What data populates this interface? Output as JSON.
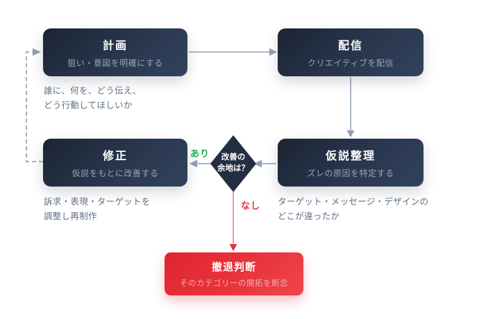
{
  "diagram": {
    "nodes": {
      "plan": {
        "title": "計画",
        "subtitle": "狙い・意図を明確にする",
        "note_line1": "誰に、何を、どう伝え、",
        "note_line2": "どう行動してほしいか"
      },
      "deliver": {
        "title": "配信",
        "subtitle": "クリエイティブを配信"
      },
      "hypothesis": {
        "title": "仮説整理",
        "subtitle": "ズレの原因を特定する",
        "note_line1": "ターゲット・メッセージ・デザインの",
        "note_line2": "どこが違ったか"
      },
      "fix": {
        "title": "修正",
        "subtitle": "仮説をもとに改善する",
        "note_line1": "訴求・表現・ターゲットを",
        "note_line2": "調整し再制作"
      },
      "decision": {
        "line1": "改善の",
        "line2": "余地は？"
      },
      "withdraw": {
        "title": "撤退判断",
        "subtitle": "そのカテゴリーの開拓を断念"
      }
    },
    "edge_labels": {
      "yes": "あり",
      "no": "なし"
    },
    "colors": {
      "node_bg_start": "#1b2433",
      "node_bg_end": "#33425c",
      "node_title": "#ffffff",
      "node_subtitle": "#97a4b7",
      "annotation_text": "#5f6e85",
      "connector": "#a9b6c5",
      "connector_head": "#90a1b5",
      "yes_label": "#1fae55",
      "no_label": "#e2333d",
      "no_connector_line": "#f29a9e",
      "withdraw_bg_start": "#df252f",
      "withdraw_bg_end": "#ef454d",
      "withdraw_subtitle": "#f5adb0",
      "background": "#ffffff"
    }
  }
}
